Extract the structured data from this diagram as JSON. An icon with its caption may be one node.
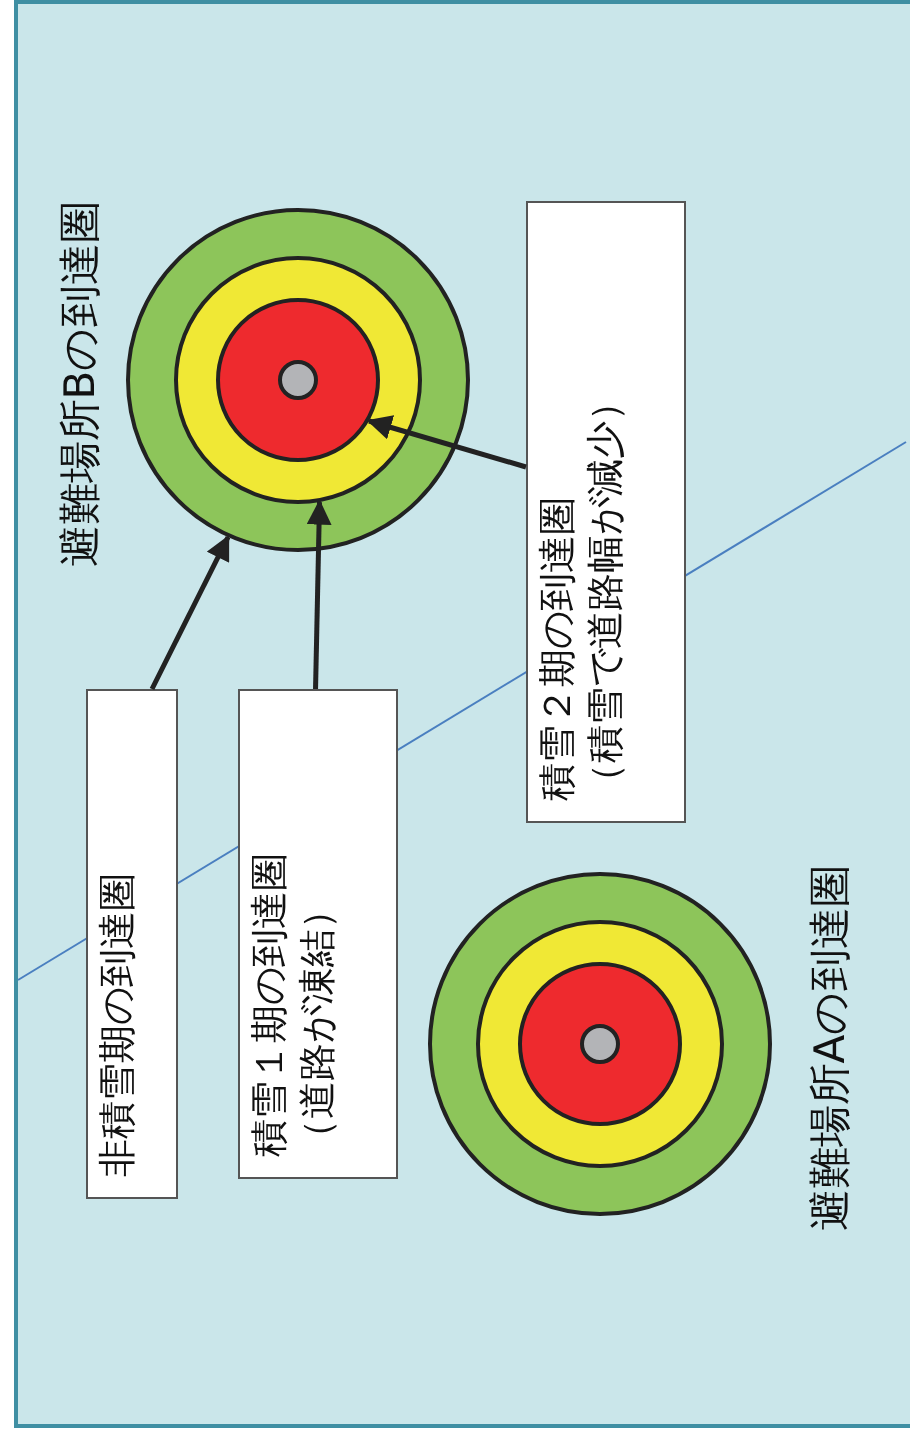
{
  "diagram": {
    "nodes": [
      {
        "text": [],
        "shape": "circle"
      },
      {
        "text": [],
        "shape": "circle",
        "in": 0
      },
      {
        "text": [],
        "shape": "circle",
        "in": 1
      },
      {
        "text": [],
        "shape": "circle",
        "in": 2
      },
      {
        "text": [],
        "shape": "circle"
      },
      {
        "text": [],
        "shape": "circle",
        "in": 4
      },
      {
        "text": [],
        "shape": "circle",
        "in": 5
      },
      {
        "text": [],
        "shape": "circle",
        "in": 6
      },
      {
        "text": [
          "非積雪期の到達圏"
        ]
      },
      {
        "text": [
          "積雪１期の到達圏",
          "（道路が凍結）"
        ]
      },
      {
        "text": [
          "積雪２期の到達圏",
          "（積雪で道路幅が減少）"
        ]
      }
    ],
    "edges": [
      {
        "from": 8,
        "to": 0,
        "arrow": "to"
      },
      {
        "from": 9,
        "to": 1,
        "arrow": "to"
      },
      {
        "from": 10,
        "to": 2,
        "arrow": "to"
      }
    ],
    "labels": [
      "避難場所Bの到達圏",
      "避難場所Aの到達圏"
    ]
  }
}
